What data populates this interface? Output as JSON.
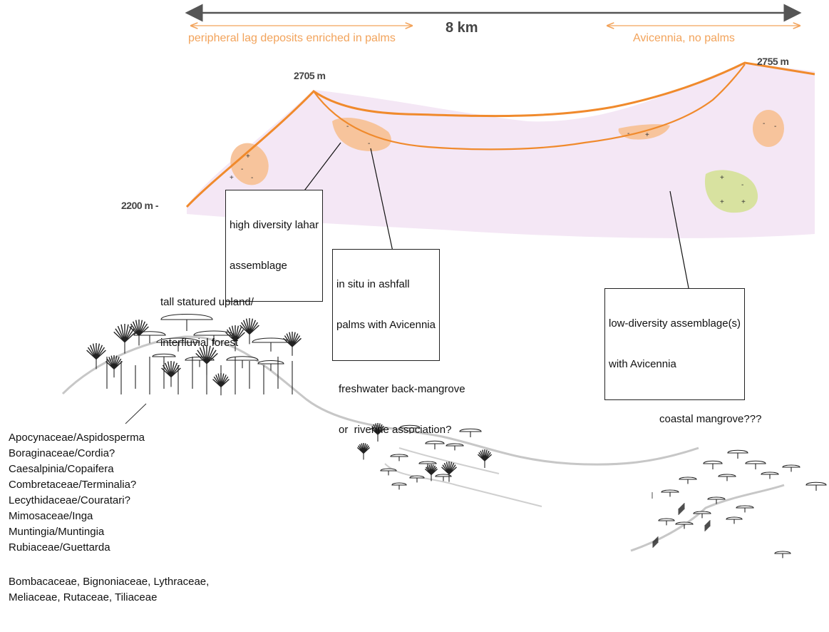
{
  "header": {
    "distance": "8 km",
    "left_label": "peripheral lag deposits enriched in palms",
    "right_label": "Avicennia, no palms",
    "colors": {
      "orange": "#f08a2c",
      "light_orange": "#f2a35b",
      "section_fill": "#f3e6f4",
      "lens_fill": "#f7c49c",
      "green_lens": "#d8e2a0"
    }
  },
  "elevations": {
    "left": "2200 m -",
    "middle": "2705 m",
    "right": "2755 m"
  },
  "boxes": {
    "lahar": [
      "high diversity lahar",
      "assemblage"
    ],
    "ashfall": [
      "in situ in ashfall",
      "palms with Avicennia"
    ],
    "low_diversity": [
      "low-diversity assemblage(s)",
      "with Avicennia"
    ]
  },
  "habitats": {
    "upland": [
      "tall statured upland/",
      "interfluvial forest"
    ],
    "back_mangrove": [
      "freshwater back-mangrove",
      "or  riverine association?"
    ],
    "coastal": "coastal mangrove???"
  },
  "taxa_list": [
    "Apocynaceae/Aspidosperma",
    "Boraginaceae/Cordia?",
    "Caesalpinia/Copaifera",
    "Combretaceae/Terminalia?",
    "Lecythidaceae/Couratari?",
    "Mimosaceae/Inga",
    "Muntingia/Muntingia",
    "Rubiaceae/Guettarda"
  ],
  "other_families": [
    "Bombacaceae, Bignoniaceae, Lythraceae,",
    "Meliaceae, Rutaceae, Tiliaceae"
  ],
  "lens_marks": "- + -"
}
